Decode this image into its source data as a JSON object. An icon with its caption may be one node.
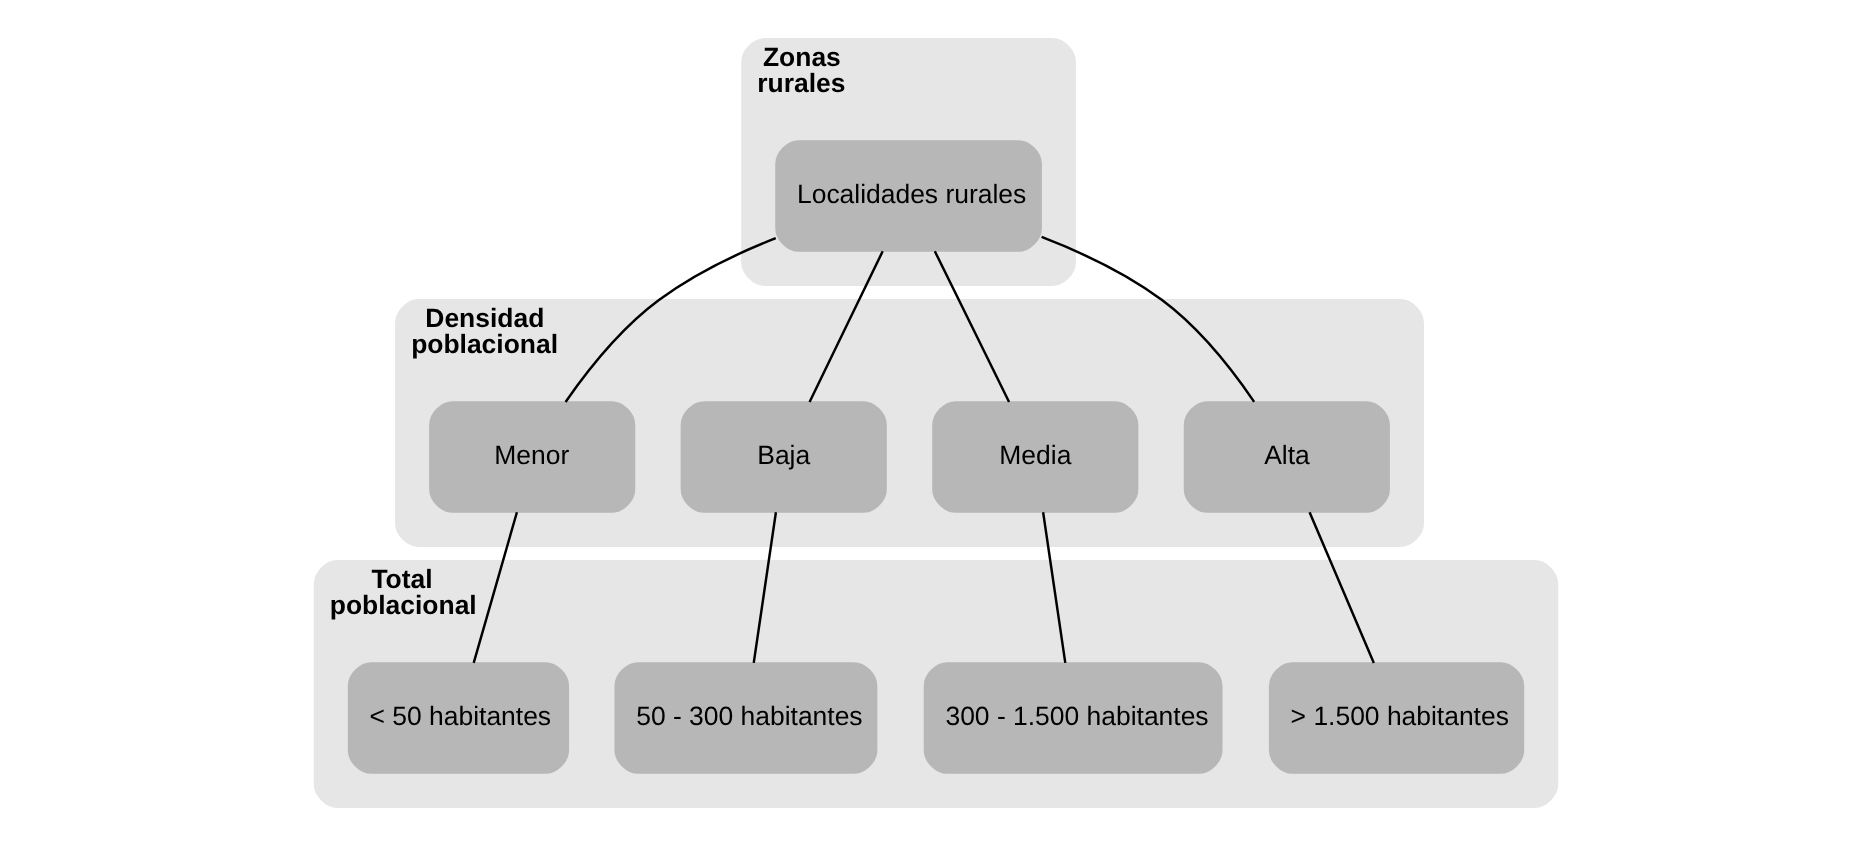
{
  "diagram": {
    "nodes": [
      {
        "text": [
          "Zonas rurales"
        ]
      },
      {
        "text": [
          "Localidades rurales"
        ],
        "in": 0
      },
      {
        "text": [
          "Densidad poblacional"
        ]
      },
      {
        "text": [
          "Alta"
        ],
        "in": 2
      },
      {
        "text": [
          "Media"
        ],
        "in": 2
      },
      {
        "text": [
          "Baja"
        ],
        "in": 2
      },
      {
        "text": [
          "Menor"
        ],
        "in": 2
      },
      {
        "text": [
          "Total poblacional"
        ]
      },
      {
        "text": [
          "> 1.500 habitantes"
        ],
        "in": 7
      },
      {
        "text": [
          "300 - 1.500 habitantes"
        ],
        "in": 7
      },
      {
        "text": [
          "50 - 300 habitantes"
        ],
        "in": 7
      },
      {
        "text": [
          "< 50 habitantes"
        ],
        "in": 7
      }
    ],
    "edges": [
      {
        "from": 1,
        "to": 3,
        "arrow": "none"
      },
      {
        "from": 1,
        "to": 4,
        "arrow": "none"
      },
      {
        "from": 1,
        "to": 5,
        "arrow": "none"
      },
      {
        "from": 1,
        "to": 6,
        "arrow": "none"
      },
      {
        "from": 3,
        "to": 8,
        "arrow": "none"
      },
      {
        "from": 4,
        "to": 9,
        "arrow": "none"
      },
      {
        "from": 5,
        "to": 10,
        "arrow": "none"
      },
      {
        "from": 6,
        "to": 11,
        "arrow": "none"
      }
    ]
  }
}
